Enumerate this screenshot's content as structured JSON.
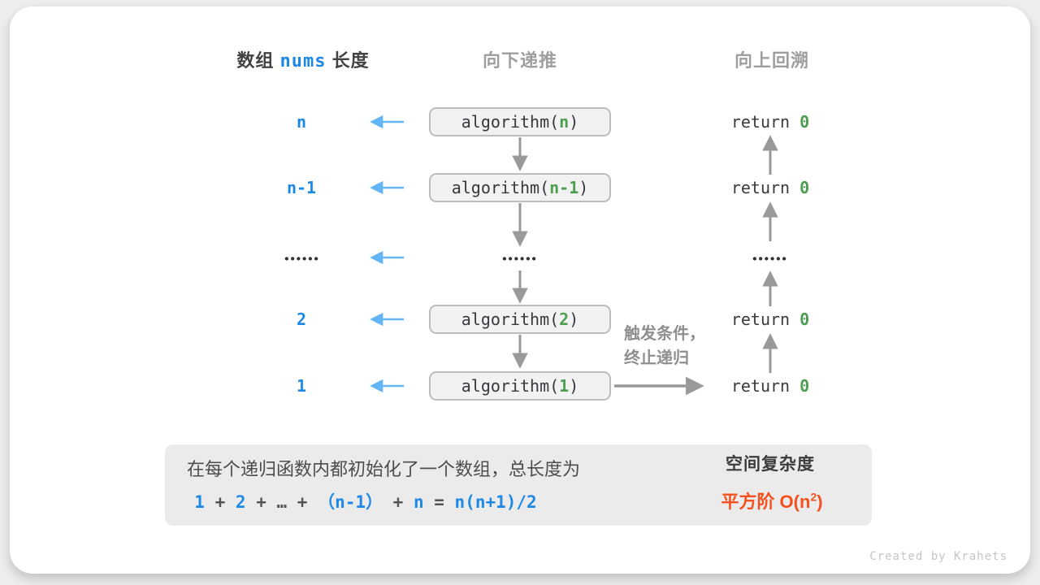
{
  "colors": {
    "accent_blue": "#1E88E5",
    "arrow_blue": "#64B5F6",
    "value_green": "#4E9E52",
    "result_orange": "#F4511E",
    "arrow_gray": "#999999",
    "header_gray": "#9E9E9E",
    "box_bg": "#F2F2F2",
    "box_border": "#BDBDBD",
    "summary_bg": "#EBEBEB"
  },
  "header": {
    "col1_prefix": "数组 ",
    "col1_code": "nums",
    "col1_suffix": " 长度",
    "col2": "向下递推",
    "col3": "向上回溯"
  },
  "rows": [
    {
      "label": "n",
      "call_prefix": "algorithm(",
      "call_arg": "n",
      "call_suffix": ")",
      "ret_prefix": "return ",
      "ret_value": "0"
    },
    {
      "label": "n-1",
      "call_prefix": "algorithm(",
      "call_arg": "n-1",
      "call_suffix": ")",
      "ret_prefix": "return ",
      "ret_value": "0"
    },
    {
      "label": "••••••",
      "call": "••••••",
      "ret": "••••••"
    },
    {
      "label": "2",
      "call_prefix": "algorithm(",
      "call_arg": "2",
      "call_suffix": ")",
      "ret_prefix": "return ",
      "ret_value": "0"
    },
    {
      "label": "1",
      "call_prefix": "algorithm(",
      "call_arg": "1",
      "call_suffix": ")",
      "ret_prefix": "return ",
      "ret_value": "0"
    }
  ],
  "annotations": {
    "trigger_line1": "触发条件，",
    "trigger_line2": "终止递归"
  },
  "summary": {
    "line1": "在每个递归函数内都初始化了一个数组，总长度为",
    "formula": [
      {
        "t": "1"
      },
      {
        "t": " + "
      },
      {
        "t": "2"
      },
      {
        "t": " + "
      },
      {
        "t": "…"
      },
      {
        "t": " + "
      },
      {
        "t": "（n-1）"
      },
      {
        "t": " + "
      },
      {
        "t": "n"
      },
      {
        "t": " = "
      },
      {
        "t": "n(n+1)/2"
      }
    ],
    "result_title": "空间复杂度",
    "result_order_prefix": "平方阶 O(n",
    "result_exponent": "2",
    "result_order_suffix": ")"
  },
  "footer": {
    "credit": "Created by Krahets"
  }
}
